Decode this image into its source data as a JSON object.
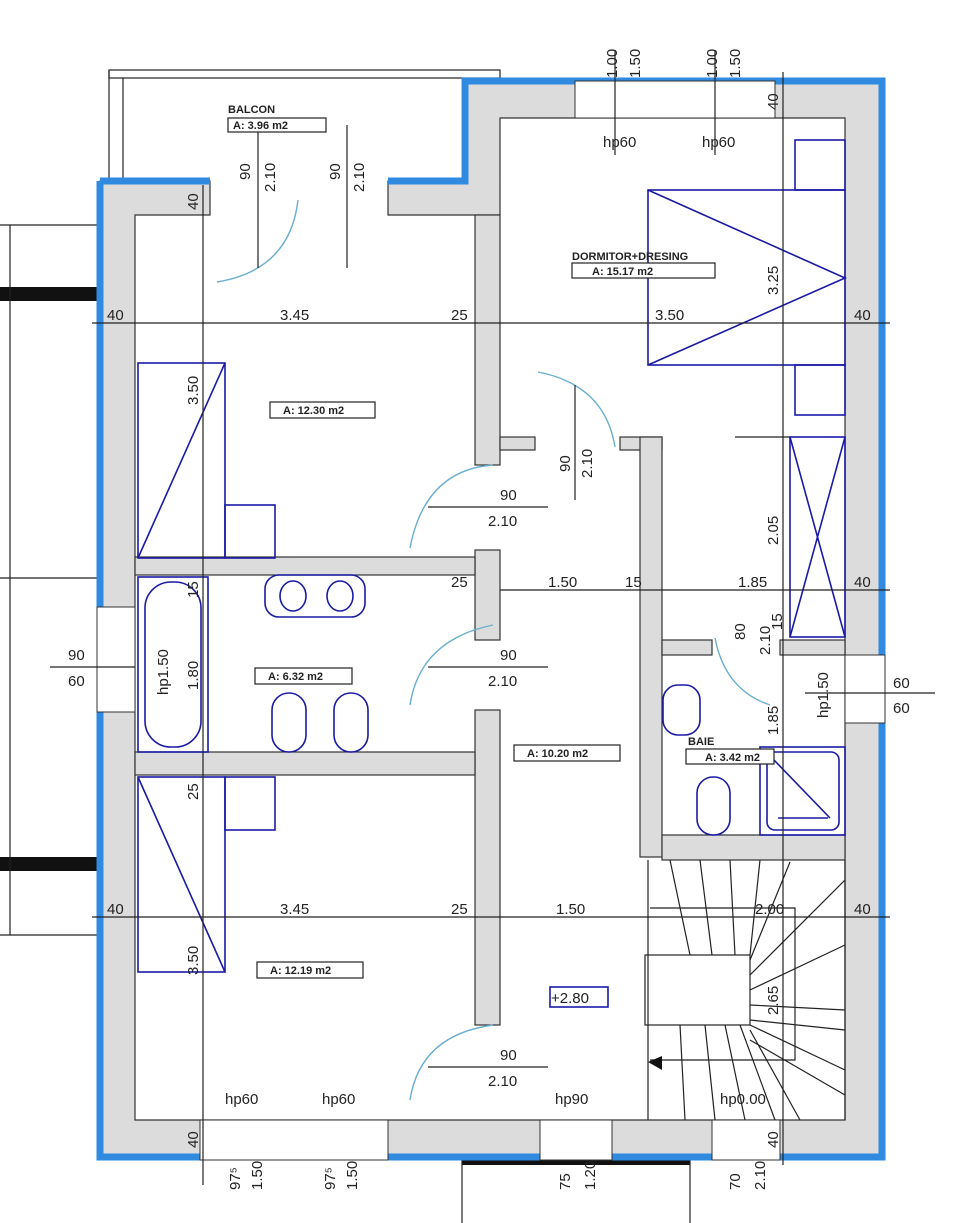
{
  "rooms": {
    "balcon": {
      "name": "BALCON",
      "area": "A: 3.96 m2"
    },
    "dormitor": {
      "name": "DORMITOR+DRESING",
      "area": "A: 15.17 m2"
    },
    "bedroom1": {
      "area": "A: 12.30 m2"
    },
    "bath1": {
      "area": "A: 6.32 m2"
    },
    "hall": {
      "area": "A: 10.20 m2"
    },
    "baie": {
      "name": "BAIE",
      "area": "A: 3.42 m2"
    },
    "bedroom2": {
      "area": "A: 12.19 m2"
    },
    "level": "+2.80"
  },
  "dim_row_top": [
    "40",
    "3.45",
    "25",
    "3.50",
    "40"
  ],
  "dim_row_mid": [
    "25",
    "1.50",
    "15",
    "1.85",
    "40"
  ],
  "dim_row_bottom": [
    "40",
    "3.45",
    "25",
    "1.50",
    "2.00",
    "40"
  ],
  "labels": [
    "90",
    "2.10",
    "90",
    "2.10",
    "40",
    "1.00",
    "1.50",
    "1.00",
    "1.50",
    "40",
    "hp60",
    "hp60",
    "3.25",
    "3.50",
    "90",
    "2.10",
    "90",
    "2.10",
    "2.05",
    "15",
    "hp1.50",
    "1.80",
    "90",
    "60",
    "90",
    "2.10",
    "80",
    "2.10",
    "15",
    "1.85",
    "hp1.50",
    "60",
    "60",
    "25",
    "3.50",
    "2.65",
    "90",
    "2.10",
    "hp60",
    "hp60",
    "hp90",
    "hp0.00",
    "40",
    "97⁵",
    "1.50",
    "97⁵",
    "1.50",
    "75",
    "1.20",
    "70",
    "2.10",
    "40"
  ],
  "colors": {
    "exterior": "#2f8ae0",
    "wall": "#dcdcdc",
    "furniture": "#1a1aa6",
    "door_swing": "#6aaed0"
  }
}
